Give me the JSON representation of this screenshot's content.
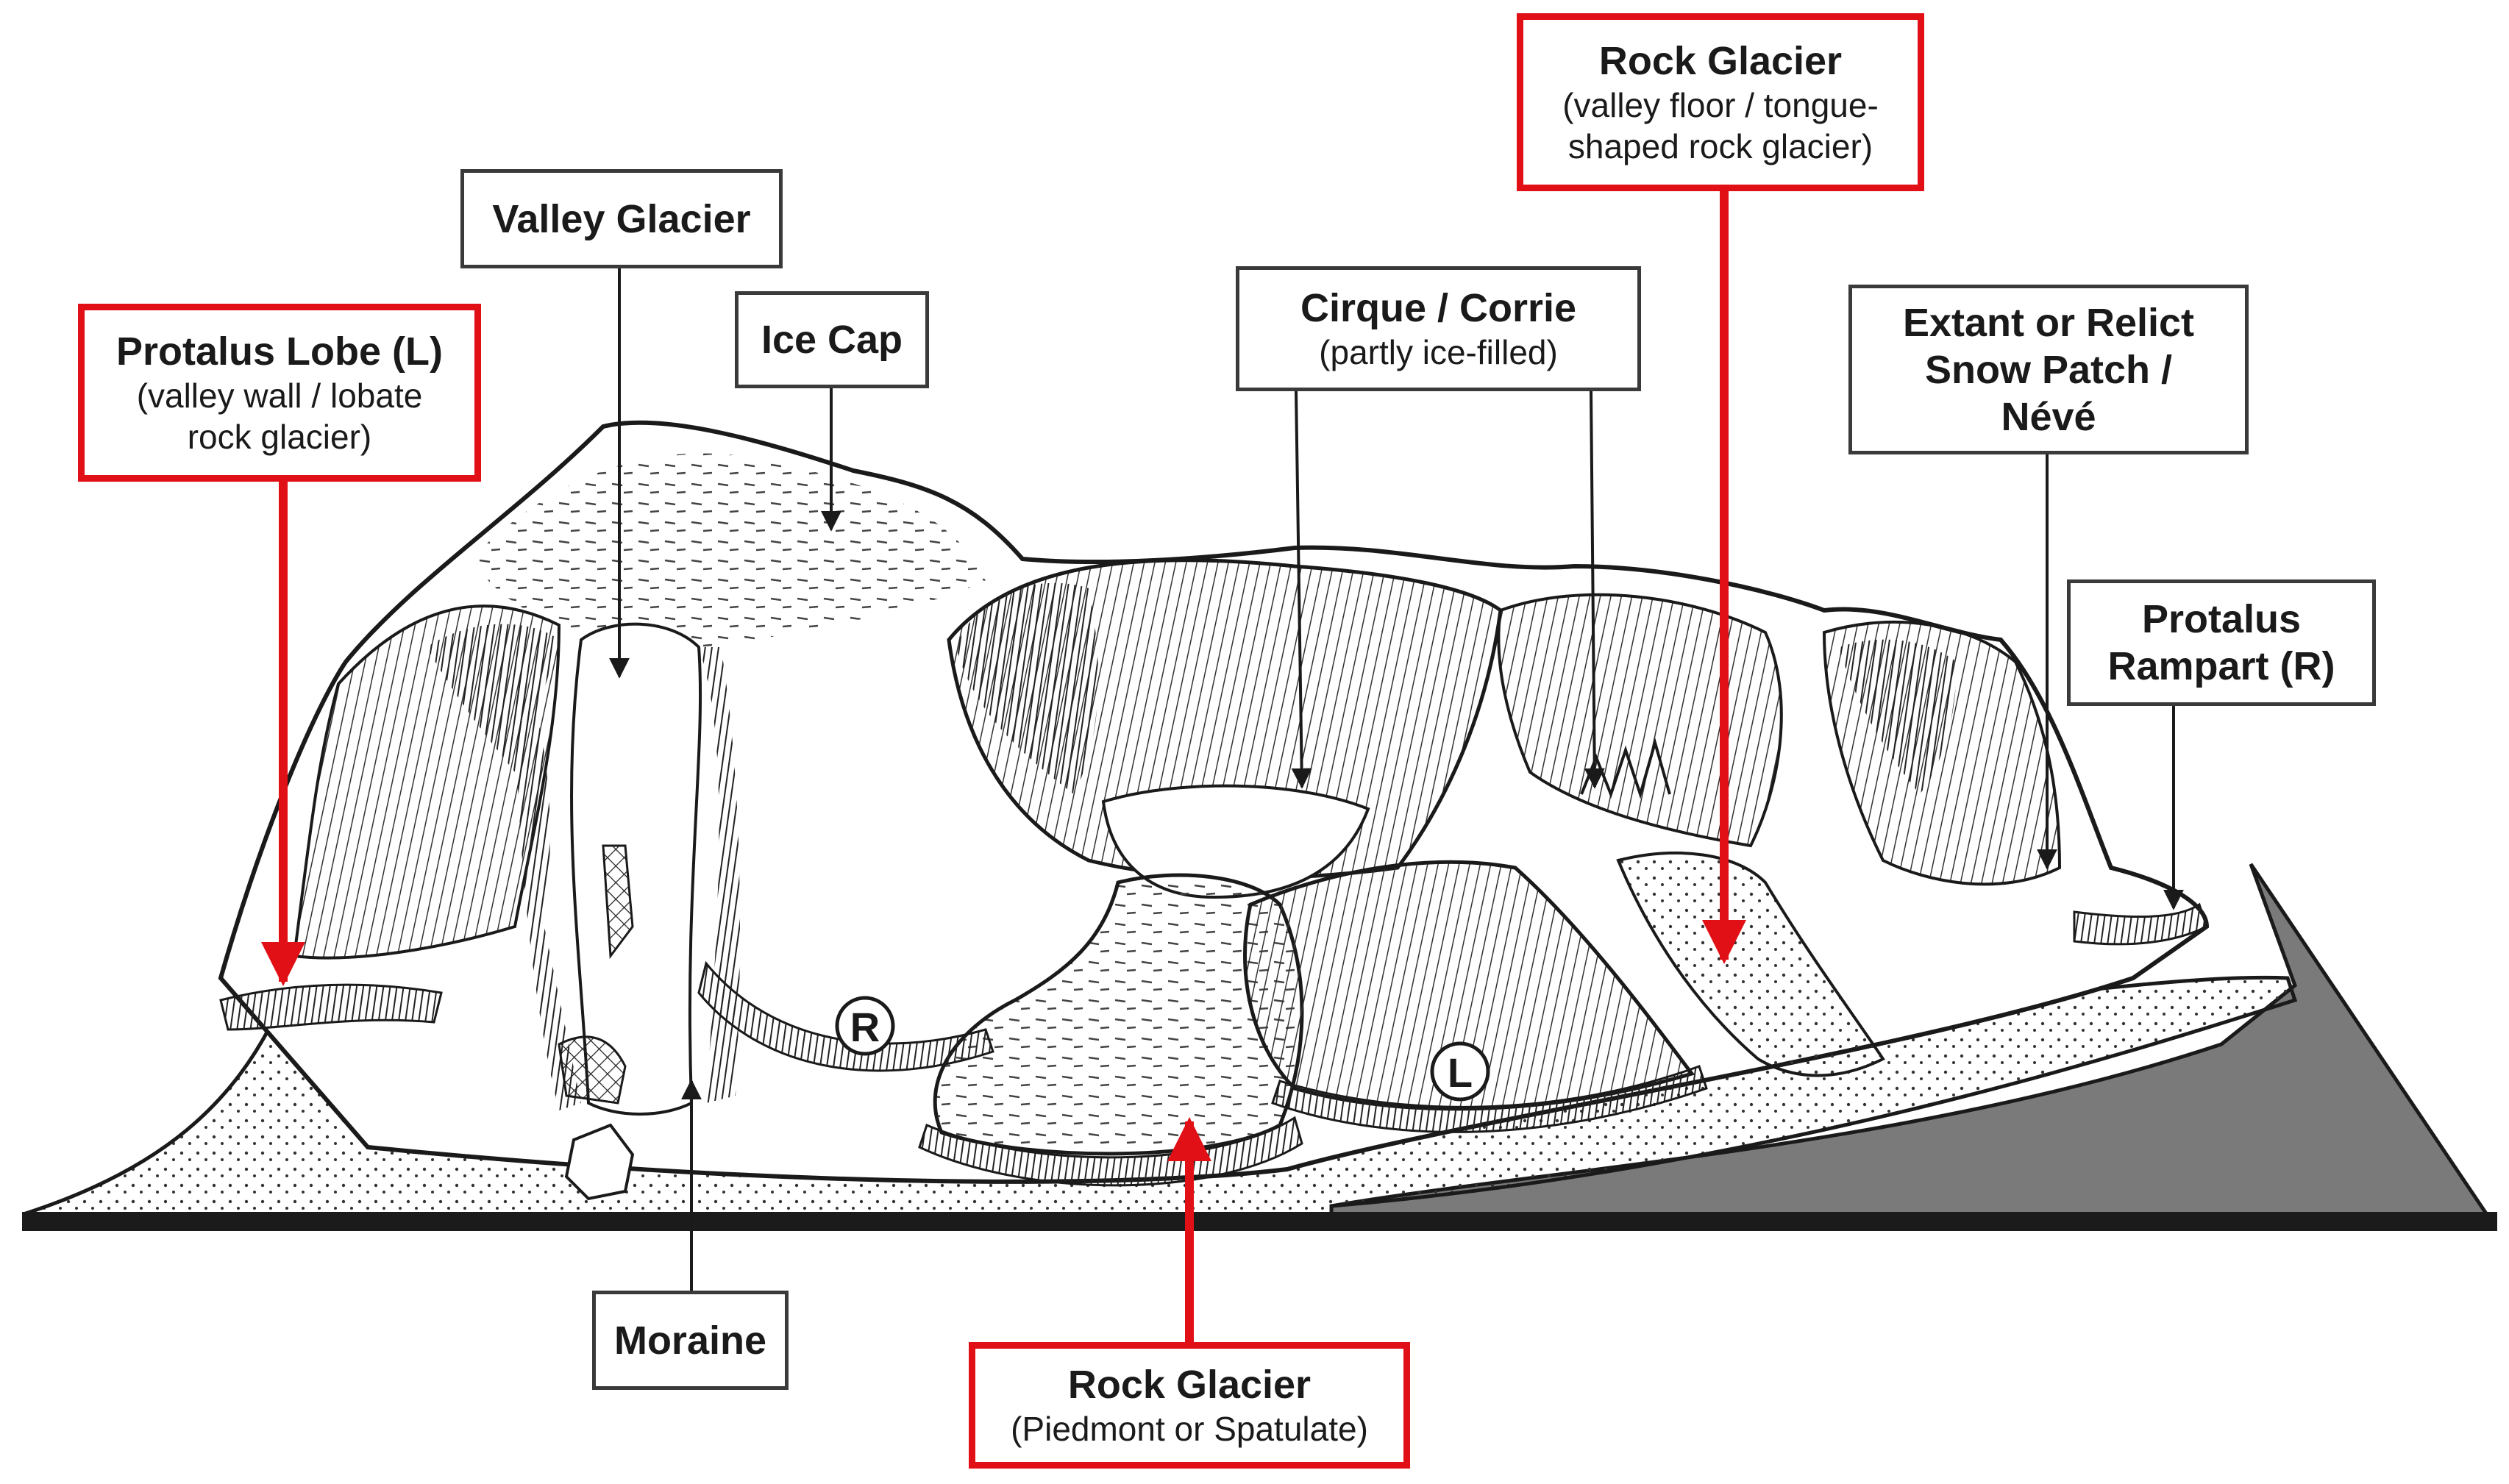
{
  "colors": {
    "highlight": "#e10f16",
    "ink": "#1a1a1a",
    "base": "#1b1b1b",
    "shadow": "#7a7a7a"
  },
  "labels": {
    "protalus_lobe": {
      "title": "Protalus Lobe (L)",
      "sub1": "(valley wall / lobate",
      "sub2": "rock glacier)"
    },
    "valley_glacier": {
      "title": "Valley Glacier"
    },
    "ice_cap": {
      "title": "Ice Cap"
    },
    "cirque": {
      "title": "Cirque / Corrie",
      "sub1": "(partly ice-filled)"
    },
    "rock_glacier_top": {
      "title": "Rock Glacier",
      "sub1": "(valley floor / tongue-",
      "sub2": "shaped rock glacier)"
    },
    "snow_patch": {
      "line1": "Extant or Relict",
      "line2": "Snow Patch /",
      "line3": "Névé"
    },
    "protalus_rampart": {
      "line1": "Protalus",
      "line2": "Rampart (R)"
    },
    "moraine": {
      "title": "Moraine"
    },
    "rock_glacier_bottom": {
      "title": "Rock Glacier",
      "sub1": "(Piedmont or Spatulate)"
    }
  },
  "markers": {
    "rampart_marker": "R",
    "lobe_marker": "L"
  }
}
